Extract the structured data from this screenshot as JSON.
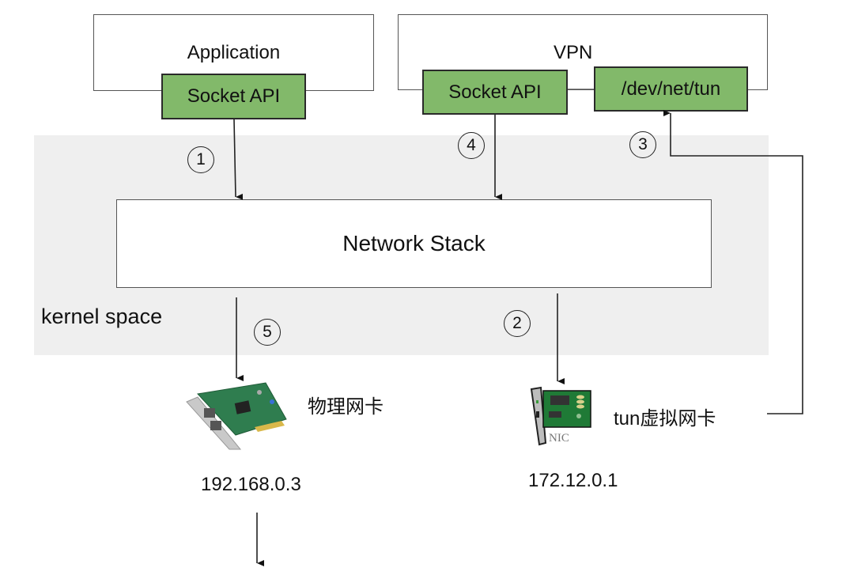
{
  "user_space": {
    "application": {
      "title": "Application",
      "socket": "Socket API"
    },
    "vpn": {
      "title": "VPN",
      "socket": "Socket API",
      "tun_device": "/dev/net/tun"
    }
  },
  "kernel": {
    "label": "kernel space",
    "network_stack": "Network Stack"
  },
  "steps": [
    "1",
    "2",
    "3",
    "4",
    "5"
  ],
  "nics": {
    "physical": {
      "label": "物理网卡",
      "ip": "192.168.0.3"
    },
    "tun": {
      "label": "tun虚拟网卡",
      "ip": "172.12.0.1",
      "icon_text": "NIC"
    }
  },
  "colors": {
    "api_box": "#82b96a",
    "kernel_region": "#efefef"
  }
}
